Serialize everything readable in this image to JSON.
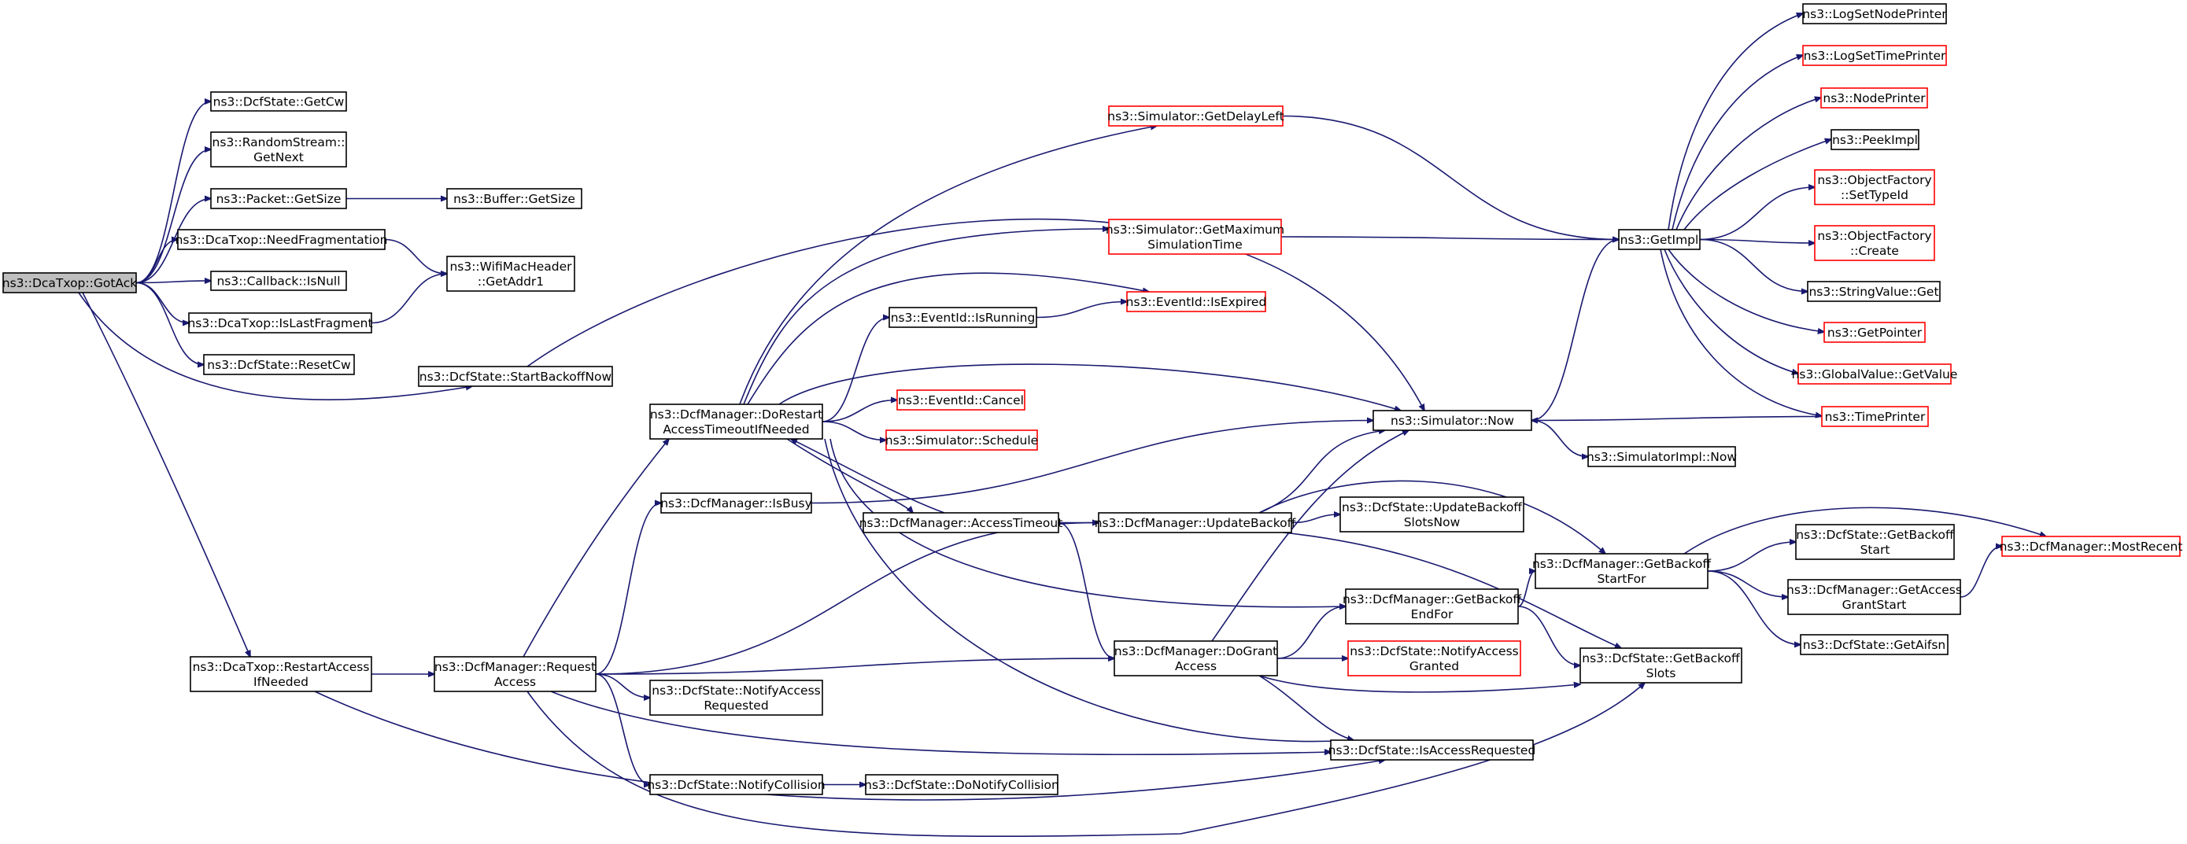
{
  "colors": {
    "edge": "#191970",
    "node_border": "#000000",
    "truncated_border": "#ff0000",
    "root_fill": "#bfbfbf",
    "node_fill": "#ffffff"
  },
  "nodes": {
    "GotAck": {
      "lines": [
        "ns3::DcaTxop::GotAck"
      ],
      "root": true
    },
    "GetCw": {
      "lines": [
        "ns3::DcfState::GetCw"
      ]
    },
    "RandomStreamGetNext": {
      "lines": [
        "ns3::RandomStream::",
        "GetNext"
      ]
    },
    "PacketGetSize": {
      "lines": [
        "ns3::Packet::GetSize"
      ]
    },
    "BufferGetSize": {
      "lines": [
        "ns3::Buffer::GetSize"
      ]
    },
    "NeedFragmentation": {
      "lines": [
        "ns3::DcaTxop::NeedFragmentation"
      ]
    },
    "GetAddr1": {
      "lines": [
        "ns3::WifiMacHeader",
        "::GetAddr1"
      ]
    },
    "CallbackIsNull": {
      "lines": [
        "ns3::Callback::IsNull"
      ]
    },
    "IsLastFragment": {
      "lines": [
        "ns3::DcaTxop::IsLastFragment"
      ]
    },
    "ResetCw": {
      "lines": [
        "ns3::DcfState::ResetCw"
      ]
    },
    "StartBackoffNow": {
      "lines": [
        "ns3::DcfState::StartBackoffNow"
      ]
    },
    "RestartAccessIfNeeded": {
      "lines": [
        "ns3::DcaTxop::RestartAccess",
        "IfNeeded"
      ]
    },
    "RequestAccess": {
      "lines": [
        "ns3::DcfManager::Request",
        "Access"
      ]
    },
    "DoRestartAccessTimeoutIfNeeded": {
      "lines": [
        "ns3::DcfManager::DoRestart",
        "AccessTimeoutIfNeeded"
      ]
    },
    "IsBusy": {
      "lines": [
        "ns3::DcfManager::IsBusy"
      ]
    },
    "NotifyAccessRequested": {
      "lines": [
        "ns3::DcfState::NotifyAccess",
        "Requested"
      ]
    },
    "NotifyCollision": {
      "lines": [
        "ns3::DcfState::NotifyCollision"
      ]
    },
    "DoNotifyCollision": {
      "lines": [
        "ns3::DcfState::DoNotifyCollision"
      ]
    },
    "GetDelayLeft": {
      "lines": [
        "ns3::Simulator::GetDelayLeft"
      ],
      "truncated": true
    },
    "GetMaximumSimulationTime": {
      "lines": [
        "ns3::Simulator::GetMaximum",
        "SimulationTime"
      ],
      "truncated": true
    },
    "IsExpired": {
      "lines": [
        "ns3::EventId::IsExpired"
      ],
      "truncated": true
    },
    "IsRunning": {
      "lines": [
        "ns3::EventId::IsRunning"
      ]
    },
    "Cancel": {
      "lines": [
        "ns3::EventId::Cancel"
      ],
      "truncated": true
    },
    "Schedule": {
      "lines": [
        "ns3::Simulator::Schedule"
      ],
      "truncated": true
    },
    "AccessTimeout": {
      "lines": [
        "ns3::DcfManager::AccessTimeout"
      ]
    },
    "UpdateBackoff": {
      "lines": [
        "ns3::DcfManager::UpdateBackoff"
      ]
    },
    "DoGrantAccess": {
      "lines": [
        "ns3::DcfManager::DoGrant",
        "Access"
      ]
    },
    "SimulatorNow": {
      "lines": [
        "ns3::Simulator::Now"
      ]
    },
    "UpdateBackoffSlotsNow": {
      "lines": [
        "ns3::DcfState::UpdateBackoff",
        "SlotsNow"
      ]
    },
    "GetBackoffEndFor": {
      "lines": [
        "ns3::DcfManager::GetBackoff",
        "EndFor"
      ]
    },
    "NotifyAccessGranted": {
      "lines": [
        "ns3::DcfState::NotifyAccess",
        "Granted"
      ],
      "truncated": true
    },
    "IsAccessRequested": {
      "lines": [
        "ns3::DcfState::IsAccessRequested"
      ]
    },
    "SimulatorImplNow": {
      "lines": [
        "ns3::SimulatorImpl::Now"
      ]
    },
    "GetBackoffStartFor": {
      "lines": [
        "ns3::DcfManager::GetBackoff",
        "StartFor"
      ]
    },
    "GetBackoffSlots": {
      "lines": [
        "ns3::DcfState::GetBackoff",
        "Slots"
      ]
    },
    "GetImpl": {
      "lines": [
        "ns3::GetImpl"
      ]
    },
    "LogSetNodePrinter": {
      "lines": [
        "ns3::LogSetNodePrinter"
      ]
    },
    "LogSetTimePrinter": {
      "lines": [
        "ns3::LogSetTimePrinter"
      ],
      "truncated": true
    },
    "NodePrinter": {
      "lines": [
        "ns3::NodePrinter"
      ],
      "truncated": true
    },
    "PeekImpl": {
      "lines": [
        "ns3::PeekImpl"
      ]
    },
    "SetTypeId": {
      "lines": [
        "ns3::ObjectFactory",
        "::SetTypeId"
      ],
      "truncated": true
    },
    "ObjectFactoryCreate": {
      "lines": [
        "ns3::ObjectFactory",
        "::Create"
      ],
      "truncated": true
    },
    "StringValueGet": {
      "lines": [
        "ns3::StringValue::Get"
      ]
    },
    "GetPointer": {
      "lines": [
        "ns3::GetPointer"
      ],
      "truncated": true
    },
    "GlobalValueGetValue": {
      "lines": [
        "ns3::GlobalValue::GetValue"
      ],
      "truncated": true
    },
    "TimePrinter": {
      "lines": [
        "ns3::TimePrinter"
      ],
      "truncated": true
    },
    "DcfStateGetBackoffStart": {
      "lines": [
        "ns3::DcfState::GetBackoff",
        "Start"
      ]
    },
    "GetAccessGrantStart": {
      "lines": [
        "ns3::DcfManager::GetAccess",
        "GrantStart"
      ]
    },
    "GetAifsn": {
      "lines": [
        "ns3::DcfState::GetAifsn"
      ]
    },
    "MostRecent": {
      "lines": [
        "ns3::DcfManager::MostRecent"
      ],
      "truncated": true
    }
  },
  "edges": [
    [
      "GotAck",
      "GetCw"
    ],
    [
      "GotAck",
      "RandomStreamGetNext"
    ],
    [
      "GotAck",
      "PacketGetSize"
    ],
    [
      "GotAck",
      "NeedFragmentation"
    ],
    [
      "GotAck",
      "CallbackIsNull"
    ],
    [
      "GotAck",
      "IsLastFragment"
    ],
    [
      "GotAck",
      "ResetCw"
    ],
    [
      "GotAck",
      "StartBackoffNow"
    ],
    [
      "GotAck",
      "RestartAccessIfNeeded"
    ],
    [
      "PacketGetSize",
      "BufferGetSize"
    ],
    [
      "NeedFragmentation",
      "GetAddr1"
    ],
    [
      "IsLastFragment",
      "GetAddr1"
    ],
    [
      "StartBackoffNow",
      "SimulatorNow"
    ],
    [
      "RestartAccessIfNeeded",
      "RequestAccess"
    ],
    [
      "RestartAccessIfNeeded",
      "IsAccessRequested"
    ],
    [
      "RequestAccess",
      "DoRestartAccessTimeoutIfNeeded"
    ],
    [
      "RequestAccess",
      "IsBusy"
    ],
    [
      "RequestAccess",
      "UpdateBackoff"
    ],
    [
      "RequestAccess",
      "DoGrantAccess"
    ],
    [
      "RequestAccess",
      "NotifyAccessRequested"
    ],
    [
      "RequestAccess",
      "IsAccessRequested"
    ],
    [
      "RequestAccess",
      "NotifyCollision"
    ],
    [
      "RequestAccess",
      "GetBackoffSlots"
    ],
    [
      "NotifyCollision",
      "DoNotifyCollision"
    ],
    [
      "IsBusy",
      "SimulatorNow"
    ],
    [
      "DoRestartAccessTimeoutIfNeeded",
      "GetDelayLeft"
    ],
    [
      "DoRestartAccessTimeoutIfNeeded",
      "GetMaximumSimulationTime"
    ],
    [
      "DoRestartAccessTimeoutIfNeeded",
      "IsExpired"
    ],
    [
      "DoRestartAccessTimeoutIfNeeded",
      "IsRunning"
    ],
    [
      "DoRestartAccessTimeoutIfNeeded",
      "SimulatorNow"
    ],
    [
      "DoRestartAccessTimeoutIfNeeded",
      "Cancel"
    ],
    [
      "DoRestartAccessTimeoutIfNeeded",
      "Schedule"
    ],
    [
      "DoRestartAccessTimeoutIfNeeded",
      "AccessTimeout"
    ],
    [
      "DoRestartAccessTimeoutIfNeeded",
      "GetBackoffEndFor"
    ],
    [
      "DoRestartAccessTimeoutIfNeeded",
      "IsAccessRequested"
    ],
    [
      "IsRunning",
      "IsExpired"
    ],
    [
      "AccessTimeout",
      "DoRestartAccessTimeoutIfNeeded"
    ],
    [
      "AccessTimeout",
      "UpdateBackoff"
    ],
    [
      "AccessTimeout",
      "DoGrantAccess"
    ],
    [
      "UpdateBackoff",
      "SimulatorNow"
    ],
    [
      "UpdateBackoff",
      "UpdateBackoffSlotsNow"
    ],
    [
      "UpdateBackoff",
      "GetBackoffStartFor"
    ],
    [
      "UpdateBackoff",
      "GetBackoffSlots"
    ],
    [
      "DoGrantAccess",
      "SimulatorNow"
    ],
    [
      "DoGrantAccess",
      "GetBackoffEndFor"
    ],
    [
      "DoGrantAccess",
      "NotifyAccessGranted"
    ],
    [
      "DoGrantAccess",
      "GetBackoffSlots"
    ],
    [
      "DoGrantAccess",
      "IsAccessRequested"
    ],
    [
      "GetBackoffEndFor",
      "GetBackoffStartFor"
    ],
    [
      "GetBackoffEndFor",
      "GetBackoffSlots"
    ],
    [
      "GetBackoffStartFor",
      "DcfStateGetBackoffStart"
    ],
    [
      "GetBackoffStartFor",
      "GetAccessGrantStart"
    ],
    [
      "GetBackoffStartFor",
      "GetAifsn"
    ],
    [
      "GetBackoffStartFor",
      "MostRecent"
    ],
    [
      "GetAccessGrantStart",
      "MostRecent"
    ],
    [
      "GetDelayLeft",
      "GetImpl"
    ],
    [
      "GetMaximumSimulationTime",
      "GetImpl"
    ],
    [
      "SimulatorNow",
      "GetImpl"
    ],
    [
      "SimulatorNow",
      "SimulatorImplNow"
    ],
    [
      "TimePrinter",
      "SimulatorNow"
    ],
    [
      "GetImpl",
      "LogSetNodePrinter"
    ],
    [
      "GetImpl",
      "LogSetTimePrinter"
    ],
    [
      "GetImpl",
      "NodePrinter"
    ],
    [
      "GetImpl",
      "PeekImpl"
    ],
    [
      "GetImpl",
      "SetTypeId"
    ],
    [
      "GetImpl",
      "ObjectFactoryCreate"
    ],
    [
      "GetImpl",
      "StringValueGet"
    ],
    [
      "GetImpl",
      "GetPointer"
    ],
    [
      "GetImpl",
      "GlobalValueGetValue"
    ],
    [
      "GetImpl",
      "TimePrinter"
    ]
  ]
}
